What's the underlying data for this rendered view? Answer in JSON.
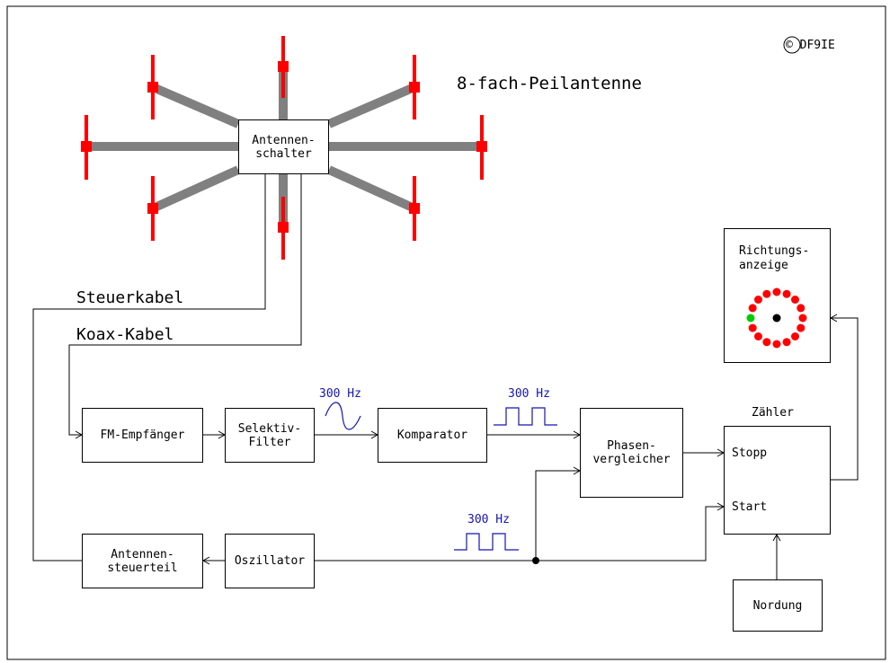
{
  "title": "8-fach-Peilantenne",
  "copyright": "© DF9IE",
  "blocks": {
    "antenna_switch": [
      "Antennen-",
      "schalter"
    ],
    "fm_receiver": "FM-Empfänger",
    "selective_filter": [
      "Selektiv-",
      "Filter"
    ],
    "comparator": "Komparator",
    "phase_comparator": [
      "Phasen-",
      "vergleicher"
    ],
    "counter_title": "Zähler",
    "counter_stop": "Stopp",
    "counter_start": "Start",
    "direction_display": [
      "Richtungs-",
      "anzeige"
    ],
    "antenna_control": [
      "Antennen-",
      "steuerteil"
    ],
    "oscillator": "Oszillator",
    "north_ref": "Nordung"
  },
  "cables": {
    "control": "Steuerkabel",
    "coax": "Koax-Kabel"
  },
  "signals": {
    "sine_freq": "300 Hz",
    "square_freq_top": "300 Hz",
    "square_freq_bottom": "300 Hz"
  },
  "colors": {
    "antenna_element": "#ff0000",
    "antenna_arm": "#808080",
    "led_off": "#ff0000",
    "led_on": "#00cc00",
    "signal_annotation": "#1515b0"
  }
}
